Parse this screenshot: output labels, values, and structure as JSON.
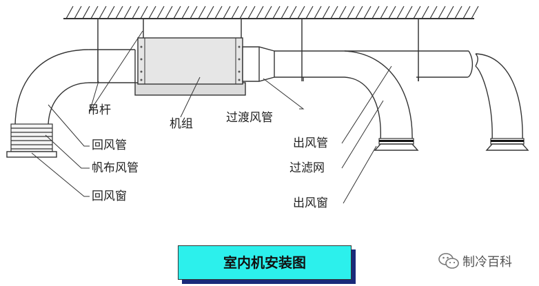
{
  "labels": {
    "hanger_rod": "吊杆",
    "return_air_duct": "回风管",
    "canvas_duct": "帆布风管",
    "return_air_grille": "回风窗",
    "unit": "机组",
    "transition_duct": "过渡风管",
    "supply_air_duct": "出风管",
    "filter": "过滤网",
    "supply_air_grille": "出风窗"
  },
  "caption": "室内机安装图",
  "watermark": "制冷百科",
  "colors": {
    "caption_bg": "#2cf0ec",
    "caption_shadow": "#1a2a7a",
    "unit_fill": "#e6e6e6",
    "line": "#333333"
  }
}
